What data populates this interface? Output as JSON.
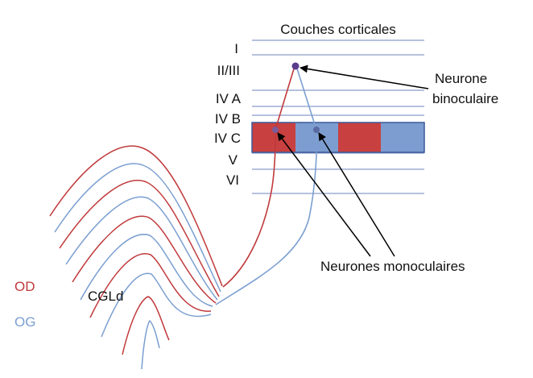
{
  "title": "Couches corticales",
  "layers": [
    "I",
    "II/III",
    "IV A",
    "IV B",
    "IV C",
    "V",
    "VI"
  ],
  "labels": {
    "binocular": [
      "Neurone",
      "binoculaire"
    ],
    "monocular": "Neurones monoculaires",
    "lgn": "CGLd",
    "od": "OD",
    "og": "OG"
  },
  "colors": {
    "od": "#c0393b",
    "og": "#7b9fd1",
    "layer_line": "#8a9cc9",
    "neuron_binocular": "#5a3c8c"
  },
  "ocular_dominance_columns": [
    "OD",
    "OG",
    "OD",
    "OG"
  ]
}
